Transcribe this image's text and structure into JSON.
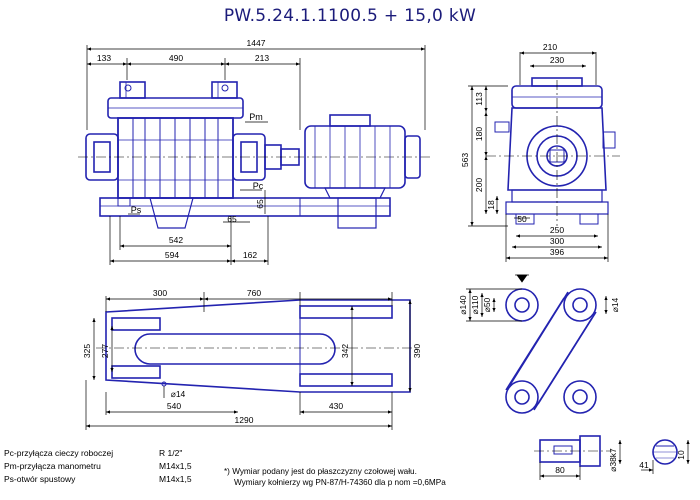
{
  "title": "PW.5.24.1.1100.5  +  15,0 kW",
  "colors": {
    "drawing": "#2323b0",
    "dimension": "#000000",
    "title": "#1b1b7a"
  },
  "front_view": {
    "dims": {
      "overall": "1447",
      "left": "133",
      "mid": "490",
      "right": "213",
      "d542": "542",
      "d594": "594",
      "d162": "162",
      "d65a": "65",
      "d65b": "65"
    },
    "labels": {
      "pm": "Pm",
      "pc": "Pc",
      "ps": "Ps"
    }
  },
  "side_view": {
    "dims": {
      "top210": "210",
      "top230": "230",
      "h563": "563",
      "h113": "113",
      "h180": "180",
      "h200": "200",
      "h18": "18",
      "b50": "50",
      "b250": "250",
      "b300": "300",
      "b396": "396"
    }
  },
  "plan_view": {
    "dims": {
      "d300": "300",
      "d760": "760",
      "d325": "325",
      "d277": "277",
      "d342": "342",
      "d390": "390",
      "d14": "⌀14",
      "d540": "540",
      "d430": "430",
      "d1290": "1290"
    }
  },
  "flange": {
    "dims": {
      "f140": "⌀140",
      "f110": "⌀110",
      "f50": "⌀50",
      "f14": "⌀14"
    }
  },
  "shaft": {
    "dims": {
      "s80": "80",
      "s38": "⌀38k7",
      "s41": "41",
      "s10": "10"
    }
  },
  "legend": [
    {
      "label": "Pc-przyłącza cieczy roboczej",
      "value": "R 1/2\""
    },
    {
      "label": "Pm-przyłącza manometru",
      "value": "M14x1,5"
    },
    {
      "label": "Ps-otwór spustowy",
      "value": "M14x1,5"
    }
  ],
  "notes": [
    "*) Wymiar podany jest do płaszczyzny czołowej wału.",
    "Wymiary kołnierzy wg PN-87/H-74360 dla p nom =0,6MPa"
  ]
}
